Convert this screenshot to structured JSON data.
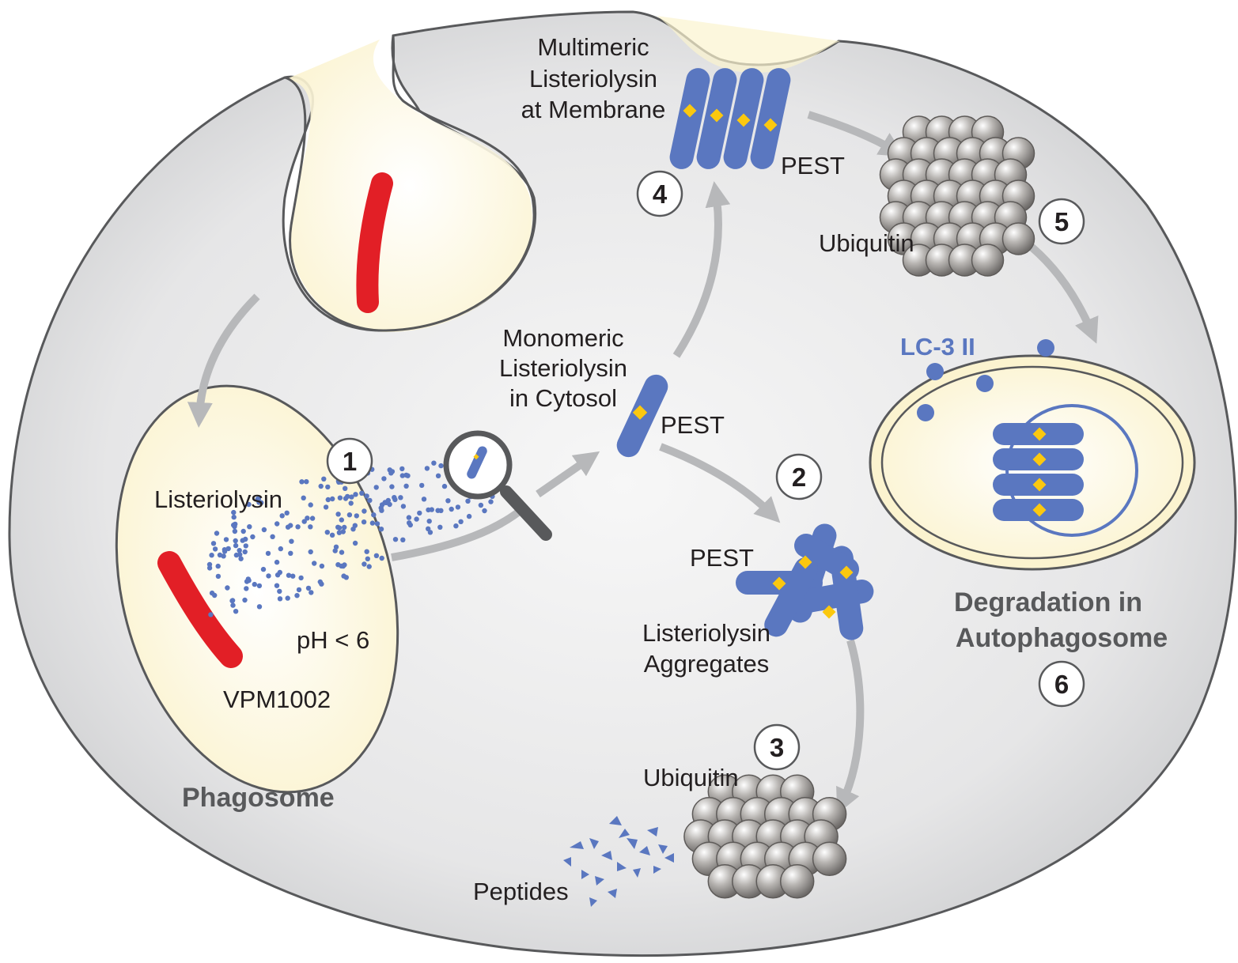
{
  "labels": {
    "phagosome": "Phagosome",
    "listeriolysin": "Listeriolysin",
    "ph": "pH < 6",
    "vpm": "VPM1002",
    "monomeric": [
      "Monomeric",
      "Listeriolysin",
      "in Cytosol"
    ],
    "multimeric": [
      "Multimeric",
      "Listeriolysin",
      "at Membrane"
    ],
    "pest": "PEST",
    "ubiquitin": "Ubiquitin",
    "aggregates": [
      "Listeriolysin",
      "Aggregates"
    ],
    "peptides": "Peptides",
    "lc3": "LC-3 II",
    "degradation": [
      "Degradation in",
      "Autophagosome"
    ]
  },
  "steps": [
    "1",
    "2",
    "3",
    "4",
    "5",
    "6"
  ],
  "colors": {
    "cell_fill": "#dcddde",
    "membrane": "#58595b",
    "vesicle_fill": "#fcf7dc",
    "bacterium": "#e21f26",
    "protein": "#5a77c0",
    "pest_marker": "#fbc80f",
    "arrow": "#b7b8ba",
    "ubiquitin": "#a7a5a3"
  }
}
